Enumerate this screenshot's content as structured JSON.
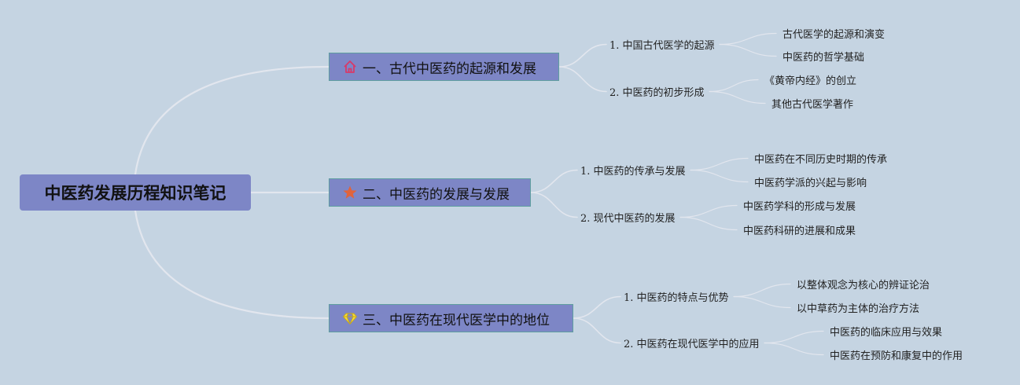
{
  "title": "中医药发展历程知识笔记",
  "branches": [
    {
      "label": "一、古代中医药的起源和发展",
      "icon": "house-icon",
      "subs": [
        {
          "label": "1. 中国古代医学的起源",
          "leaves": [
            "古代医学的起源和演变",
            "中医药的哲学基础"
          ]
        },
        {
          "label": "2. 中医药的初步形成",
          "leaves": [
            "《黄帝内经》的创立",
            "其他古代医学著作"
          ]
        }
      ]
    },
    {
      "label": "二、中医药的发展与发展",
      "icon": "star-icon",
      "subs": [
        {
          "label": "1. 中医药的传承与发展",
          "leaves": [
            "中医药在不同历史时期的传承",
            "中医药学派的兴起与影响"
          ]
        },
        {
          "label": "2. 现代中医药的发展",
          "leaves": [
            "中医药学科的形成与发展",
            "中医药科研的进展和成果"
          ]
        }
      ]
    },
    {
      "label": "三、中医药在现代医学中的地位",
      "icon": "diamond-icon",
      "subs": [
        {
          "label": "1. 中医药的特点与优势",
          "leaves": [
            "以整体观念为核心的辨证论治",
            "以中草药为主体的治疗方法"
          ]
        },
        {
          "label": "2. 中医药在现代医学中的应用",
          "leaves": [
            "中医药的临床应用与效果",
            "中医药在预防和康复中的作用"
          ]
        }
      ]
    }
  ],
  "colors": {
    "background": "#c5d4e2",
    "node_fill": "#7d86c6",
    "node_border": "#5f9ea0",
    "connector": "#e2e6ee",
    "house_icon": "#d63a6a",
    "star_icon": "#e0643c",
    "diamond_icon": "#f3dc3a"
  }
}
